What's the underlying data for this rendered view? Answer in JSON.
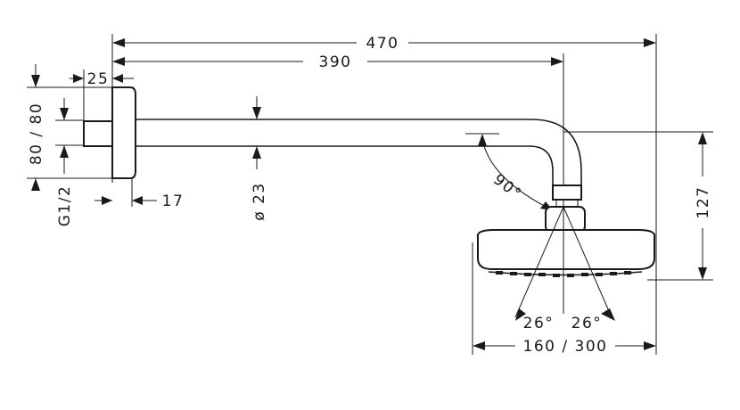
{
  "dimensions": {
    "overall_length": "470",
    "arm_length": "390",
    "flange_depth": "25",
    "flange_offset": "17",
    "flange_height": "80 / 80",
    "thread": "G1/2",
    "arm_diameter": "ø 23",
    "elbow_angle": "90°",
    "head_height": "127",
    "spray_angle_left": "26°",
    "spray_angle_right": "26°",
    "head_diameter": "160 / 300"
  }
}
